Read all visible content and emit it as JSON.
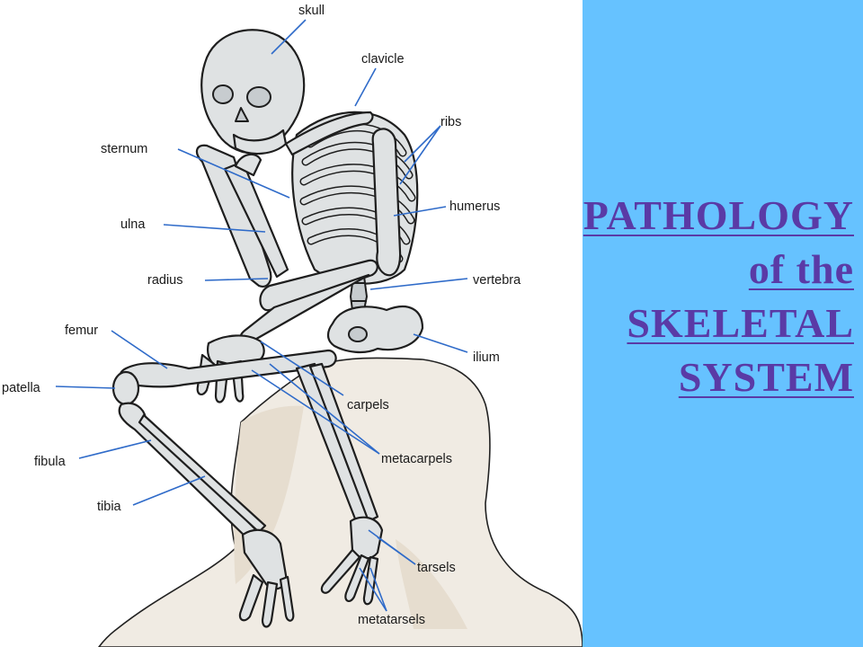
{
  "title": {
    "lines": [
      "PATHOLOGY",
      "of the",
      "SKELETAL",
      "SYSTEM"
    ],
    "text_color": "#5a3aa6",
    "panel_color": "#66c2ff"
  },
  "diagram": {
    "labels": {
      "skull": "skull",
      "clavicle": "clavicle",
      "ribs": "ribs",
      "sternum": "sternum",
      "humerus": "humerus",
      "ulna": "ulna",
      "vertebra": "vertebra",
      "radius": "radius",
      "femur": "femur",
      "ilium": "ilium",
      "patella": "patella",
      "carpels": "carpels",
      "fibula": "fibula",
      "metacarpels": "metacarpels",
      "tibia": "tibia",
      "tarsels": "tarsels",
      "metatarsels": "metatarsels"
    },
    "pointer_color": "#2f6bc9"
  }
}
